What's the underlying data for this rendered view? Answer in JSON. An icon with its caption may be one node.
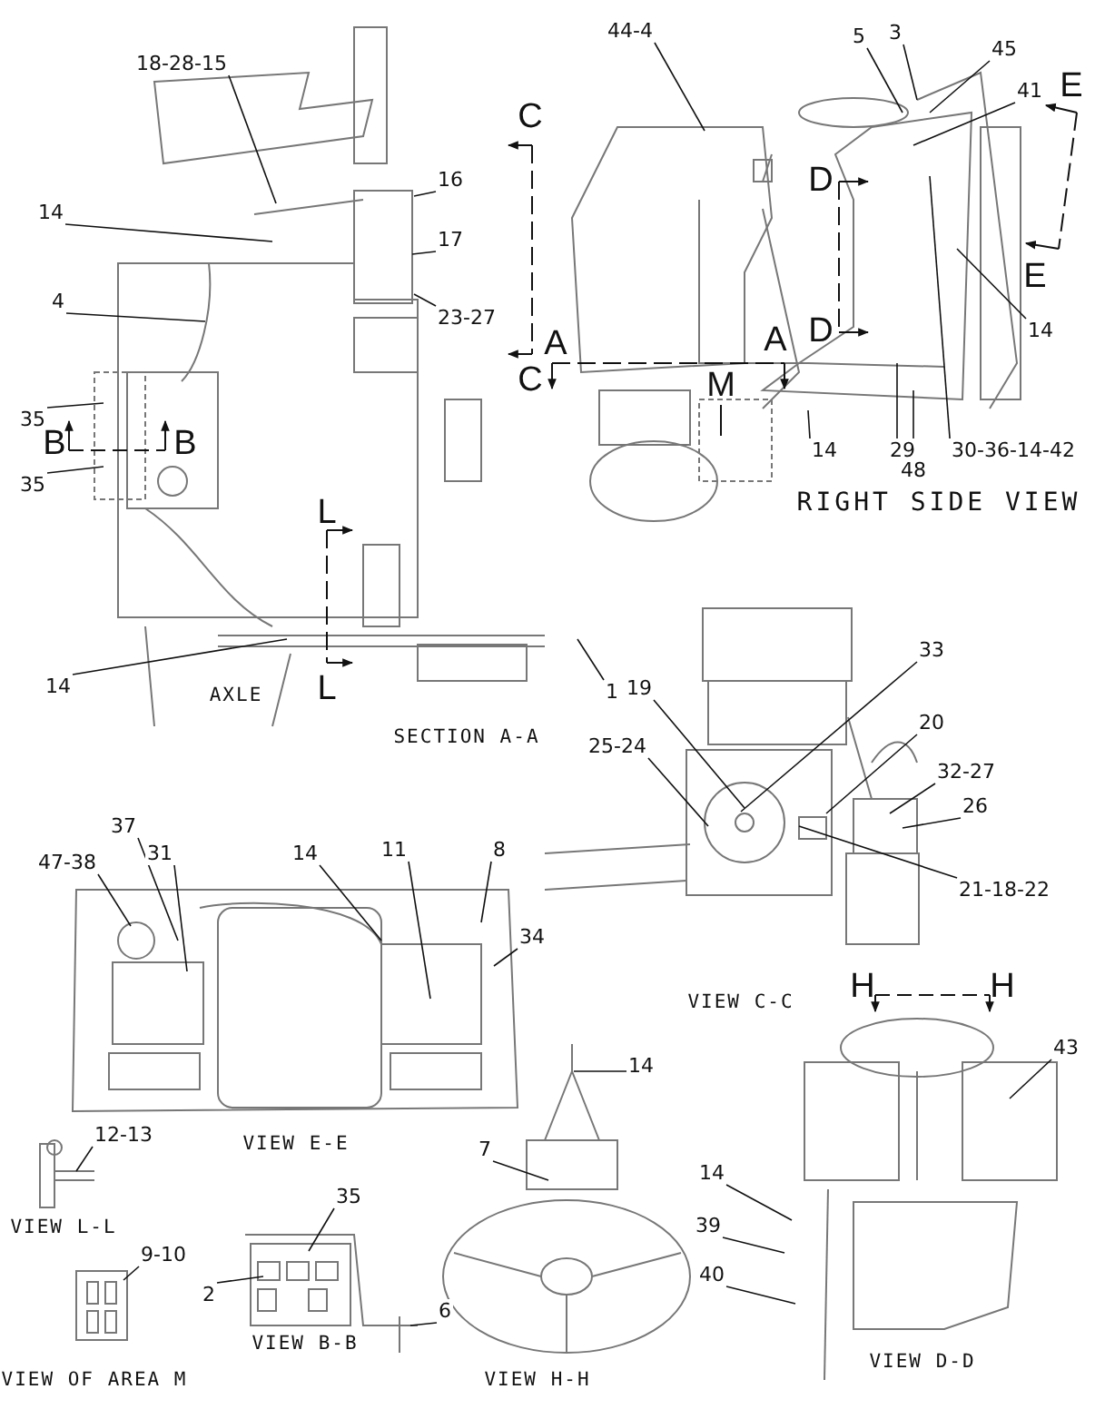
{
  "diagram": {
    "nodes": [
      {
        "text": [
          "18-28-15"
        ]
      },
      {
        "text": [
          "16"
        ]
      },
      {
        "text": [
          "14"
        ]
      },
      {
        "text": [
          "17"
        ]
      },
      {
        "text": [
          "23-27"
        ]
      },
      {
        "text": [
          "4"
        ]
      },
      {
        "text": [
          "35"
        ]
      },
      {
        "text": [
          "35"
        ]
      },
      {
        "text": [
          "14"
        ]
      },
      {
        "text": [
          "1"
        ]
      },
      {
        "text": [
          "44-4"
        ]
      },
      {
        "text": [
          "5"
        ]
      },
      {
        "text": [
          "3"
        ]
      },
      {
        "text": [
          "45"
        ]
      },
      {
        "text": [
          "41"
        ]
      },
      {
        "text": [
          "14"
        ]
      },
      {
        "text": [
          "14"
        ]
      },
      {
        "text": [
          "29"
        ]
      },
      {
        "text": [
          "48"
        ]
      },
      {
        "text": [
          "30-36-14-42"
        ]
      },
      {
        "text": [
          "33"
        ]
      },
      {
        "text": [
          "19"
        ]
      },
      {
        "text": [
          "20"
        ]
      },
      {
        "text": [
          "25-24"
        ]
      },
      {
        "text": [
          "32-27"
        ]
      },
      {
        "text": [
          "26"
        ]
      },
      {
        "text": [
          "21-18-22"
        ]
      },
      {
        "text": [
          "37"
        ]
      },
      {
        "text": [
          "47-38"
        ]
      },
      {
        "text": [
          "31"
        ]
      },
      {
        "text": [
          "14"
        ]
      },
      {
        "text": [
          "11"
        ]
      },
      {
        "text": [
          "8"
        ]
      },
      {
        "text": [
          "34"
        ]
      },
      {
        "text": [
          "12-13"
        ]
      },
      {
        "text": [
          "9-10"
        ]
      },
      {
        "text": [
          "35"
        ]
      },
      {
        "text": [
          "2"
        ]
      },
      {
        "text": [
          "6"
        ]
      },
      {
        "text": [
          "14"
        ]
      },
      {
        "text": [
          "7"
        ]
      },
      {
        "text": [
          "43"
        ]
      },
      {
        "text": [
          "14"
        ]
      },
      {
        "text": [
          "39"
        ]
      },
      {
        "text": [
          "40"
        ]
      }
    ],
    "edges": [
      {
        "from": 0,
        "to": null,
        "arrow": "none"
      },
      {
        "from": 1,
        "to": null,
        "arrow": "none"
      },
      {
        "from": 2,
        "to": null,
        "arrow": "none"
      },
      {
        "from": 3,
        "to": null,
        "arrow": "none"
      },
      {
        "from": 4,
        "to": null,
        "arrow": "none"
      },
      {
        "from": 5,
        "to": null,
        "arrow": "none"
      },
      {
        "from": 6,
        "to": null,
        "arrow": "none"
      },
      {
        "from": 7,
        "to": null,
        "arrow": "none"
      },
      {
        "from": 8,
        "to": null,
        "arrow": "none"
      },
      {
        "from": 9,
        "to": null,
        "arrow": "none"
      },
      {
        "from": 10,
        "to": null,
        "arrow": "none"
      },
      {
        "from": 11,
        "to": null,
        "arrow": "none"
      },
      {
        "from": 12,
        "to": null,
        "arrow": "none"
      },
      {
        "from": 13,
        "to": null,
        "arrow": "none"
      },
      {
        "from": 14,
        "to": null,
        "arrow": "none"
      },
      {
        "from": 15,
        "to": null,
        "arrow": "none"
      },
      {
        "from": 16,
        "to": null,
        "arrow": "none"
      },
      {
        "from": 17,
        "to": null,
        "arrow": "none"
      },
      {
        "from": 18,
        "to": null,
        "arrow": "none"
      },
      {
        "from": 19,
        "to": null,
        "arrow": "none"
      },
      {
        "from": 20,
        "to": null,
        "arrow": "none"
      },
      {
        "from": 21,
        "to": null,
        "arrow": "none"
      },
      {
        "from": 22,
        "to": null,
        "arrow": "none"
      },
      {
        "from": 23,
        "to": null,
        "arrow": "none"
      },
      {
        "from": 24,
        "to": null,
        "arrow": "none"
      },
      {
        "from": 25,
        "to": null,
        "arrow": "none"
      },
      {
        "from": 26,
        "to": null,
        "arrow": "none"
      },
      {
        "from": 27,
        "to": null,
        "arrow": "none"
      },
      {
        "from": 28,
        "to": null,
        "arrow": "none"
      },
      {
        "from": 29,
        "to": null,
        "arrow": "none"
      },
      {
        "from": 30,
        "to": null,
        "arrow": "none"
      },
      {
        "from": 31,
        "to": null,
        "arrow": "none"
      },
      {
        "from": 32,
        "to": null,
        "arrow": "none"
      },
      {
        "from": 33,
        "to": null,
        "arrow": "none"
      },
      {
        "from": 34,
        "to": null,
        "arrow": "none"
      },
      {
        "from": 35,
        "to": null,
        "arrow": "none"
      },
      {
        "from": 36,
        "to": null,
        "arrow": "none"
      },
      {
        "from": 37,
        "to": null,
        "arrow": "none"
      },
      {
        "from": 38,
        "to": null,
        "arrow": "none"
      },
      {
        "from": 39,
        "to": null,
        "arrow": "none"
      },
      {
        "from": 40,
        "to": null,
        "arrow": "none"
      },
      {
        "from": 41,
        "to": null,
        "arrow": "none"
      },
      {
        "from": 42,
        "to": null,
        "arrow": "none"
      },
      {
        "from": 43,
        "to": null,
        "arrow": "none"
      },
      {
        "from": 44,
        "to": null,
        "arrow": "none"
      }
    ],
    "labels": [
      "C",
      "C",
      "B",
      "B",
      "L",
      "L",
      "AXLE",
      "SECTION A-A",
      "E",
      "D",
      "A",
      "A",
      "M",
      "D",
      "E",
      "RIGHT SIDE VIEW",
      "VIEW C-C",
      "VIEW E-E",
      "VIEW L-L",
      "H",
      "H",
      "VIEW B-B",
      "VIEW OF AREA M",
      "VIEW H-H",
      "VIEW D-D"
    ]
  }
}
